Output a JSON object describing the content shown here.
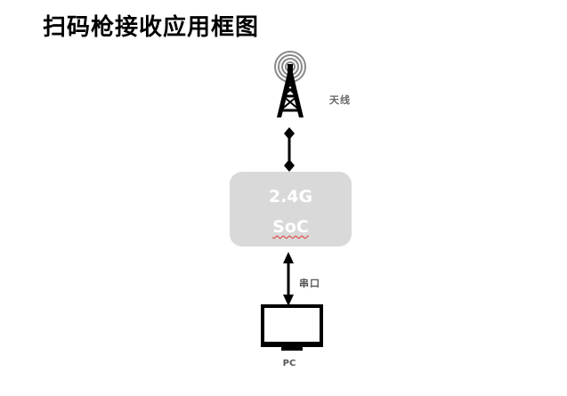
{
  "title": "扫码枪接收应用框图",
  "nodes": {
    "antenna": {
      "label": "天线",
      "icon": "radio-tower-icon"
    },
    "soc": {
      "line1": "2.4G",
      "line2": "SoC",
      "fill": "#d9d9d9"
    },
    "pc": {
      "label": "PC",
      "icon": "monitor-icon"
    }
  },
  "links": {
    "antenna_soc": {
      "style": "diamond-ends"
    },
    "soc_pc": {
      "label": "串口",
      "style": "double-arrow"
    }
  }
}
